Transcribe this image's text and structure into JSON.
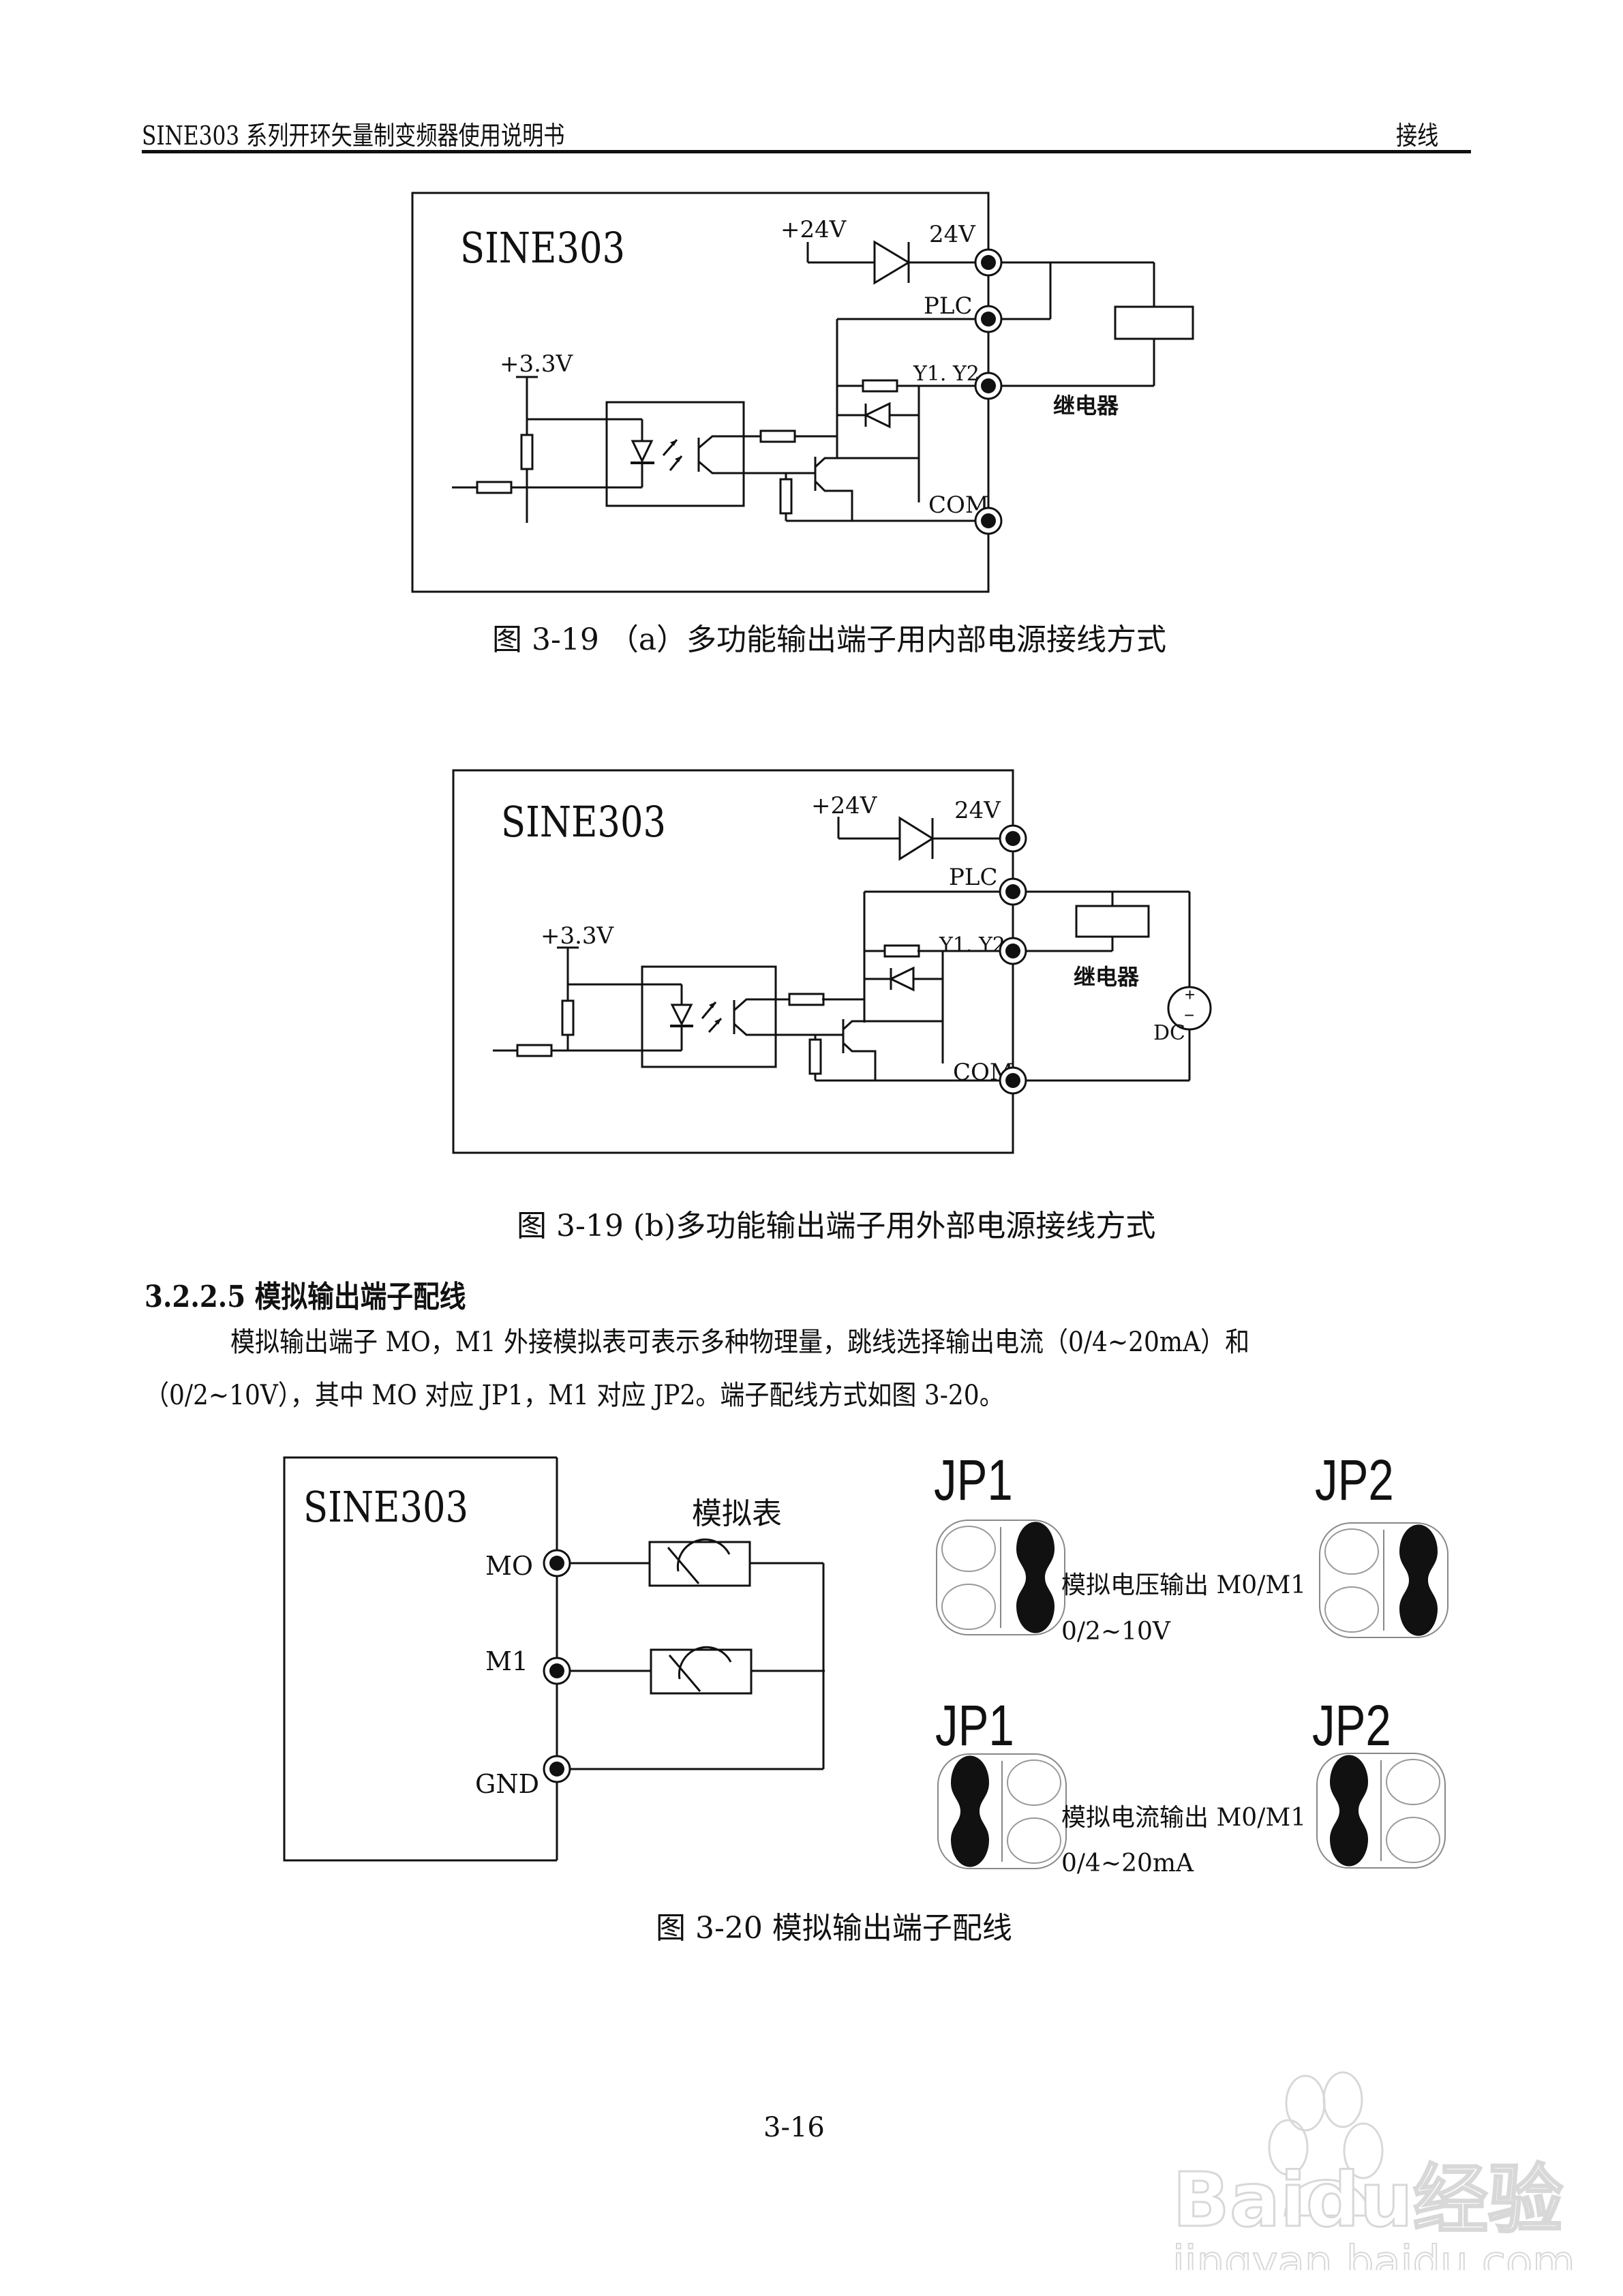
{
  "header": {
    "title": "SINE303 系列开环矢量制变频器使用说明书",
    "section": "接线"
  },
  "figure_a": {
    "device_label": "SINE303",
    "supply_24v": "+24V",
    "supply_3v3": "+3.3V",
    "terminals": [
      "24V",
      "PLC",
      "Y1. Y2",
      "COM"
    ],
    "relay_label": "继电器",
    "caption": "图 3-19 （a）多功能输出端子用内部电源接线方式"
  },
  "figure_b": {
    "device_label": "SINE303",
    "supply_24v": "+24V",
    "supply_3v3": "+3.3V",
    "terminals": [
      "24V",
      "PLC",
      "Y1. Y2",
      "COM"
    ],
    "relay_label": "继电器",
    "dc_label": "DC",
    "dc_plus": "+",
    "dc_minus": "−",
    "caption": "图 3-19 (b)多功能输出端子用外部电源接线方式"
  },
  "section": {
    "heading": "3.2.2.5 模拟输出端子配线",
    "paragraph_line1": "模拟输出端子 MO，M1 外接模拟表可表示多种物理量，跳线选择输出电流（0/4~20mA）和",
    "paragraph_line2": "（0/2~10V），其中 MO 对应 JP1，M1 对应 JP2。端子配线方式如图 3-20。"
  },
  "figure_20": {
    "device_label": "SINE303",
    "meter_label": "模拟表",
    "terminals": [
      "MO",
      "M1",
      "GND"
    ],
    "jumpers": [
      {
        "name": "JP1",
        "mode": "voltage",
        "shorted_column": "right"
      },
      {
        "name": "JP2",
        "mode": "voltage",
        "shorted_column": "right"
      },
      {
        "name": "JP1",
        "mode": "current",
        "shorted_column": "left"
      },
      {
        "name": "JP2",
        "mode": "current",
        "shorted_column": "left"
      }
    ],
    "voltage_label": "模拟电压输出 M0/M1",
    "voltage_range": "0/2~10V",
    "current_label": "模拟电流输出 M0/M1",
    "current_range": "0/4~20mA",
    "caption": "图 3-20 模拟输出端子配线"
  },
  "page_number": "3-16",
  "watermark": {
    "brand": "Baidu经验",
    "url": "jingyan.baidu.com"
  }
}
